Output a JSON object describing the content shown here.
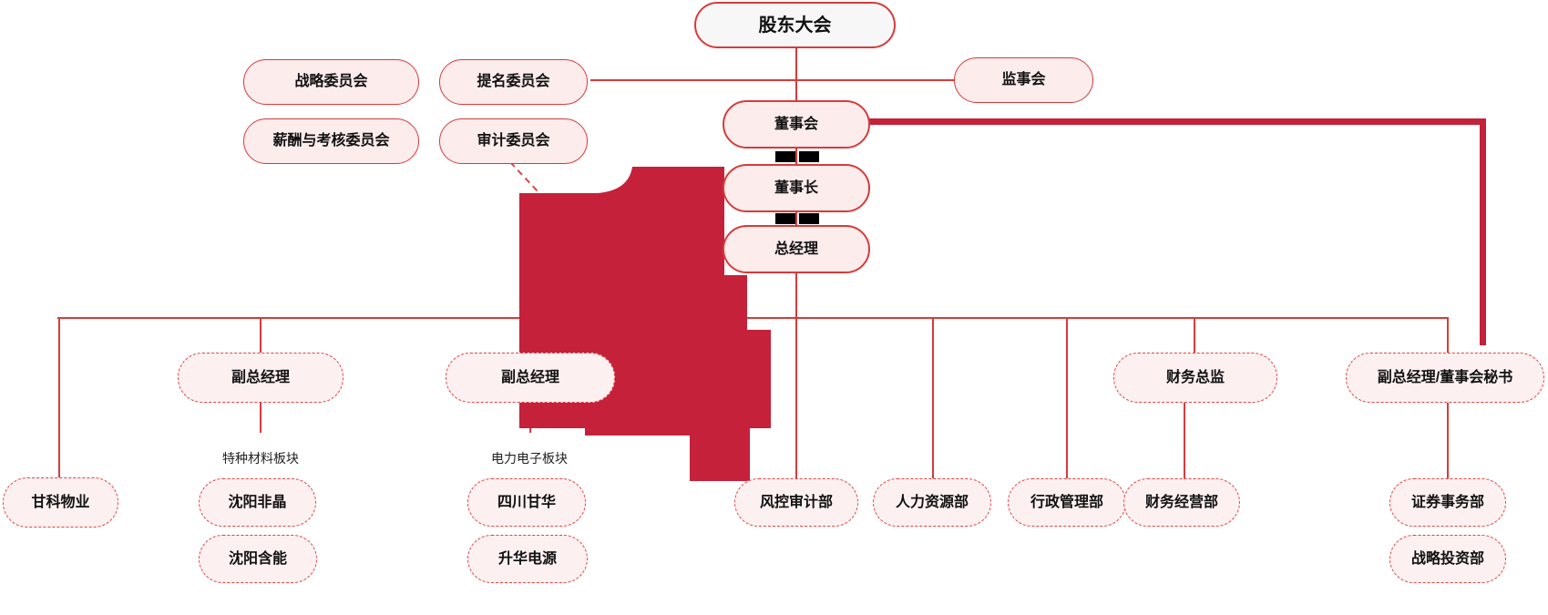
{
  "diagram": {
    "nodes": {
      "shareholders_meeting": {
        "label": "股东大会"
      },
      "strategy_committee": {
        "label": "战略委员会"
      },
      "nomination_committee": {
        "label": "提名委员会"
      },
      "compensation_assessment_committee": {
        "label": "薪酬与考核委员会"
      },
      "audit_committee": {
        "label": "审计委员会"
      },
      "supervisory_board": {
        "label": "监事会"
      },
      "board_of_directors": {
        "label": "董事会"
      },
      "chairman": {
        "label": "董事长"
      },
      "general_manager": {
        "label": "总经理"
      },
      "deputy_gm_1": {
        "label": "副总经理"
      },
      "deputy_gm_2": {
        "label": "副总经理"
      },
      "finance_director": {
        "label": "财务总监"
      },
      "deputy_gm_board_secretary": {
        "label": "副总经理/董事会秘书"
      },
      "ganke_property": {
        "label": "甘科物业"
      },
      "shenyang_feijing": {
        "label": "沈阳非晶"
      },
      "shenyang_hanneng": {
        "label": "沈阳含能"
      },
      "sichuan_ganhua": {
        "label": "四川甘华"
      },
      "shenghua_power": {
        "label": "升华电源"
      },
      "risk_audit_dept": {
        "label": "风控审计部"
      },
      "hr_dept": {
        "label": "人力资源部"
      },
      "admin_dept": {
        "label": "行政管理部"
      },
      "finance_operation_dept": {
        "label": "财务经营部"
      },
      "securities_affairs_dept": {
        "label": "证券事务部"
      },
      "strategic_investment_dept": {
        "label": "战略投资部"
      }
    },
    "group_labels": {
      "special_materials": "特种材料板块",
      "power_electronics": "电力电子板块"
    },
    "colors": {
      "line_red": "#d63b3b",
      "border_red": "#d63b3b",
      "dashed_red": "#e04545",
      "node_fill_pink": "#fdecec",
      "dashed_fill_pink": "#fdf0f0",
      "top_node_fill": "#f7f7f8",
      "deep_red": "#c5213a",
      "black_bar": "#000000",
      "text": "#111111"
    }
  }
}
